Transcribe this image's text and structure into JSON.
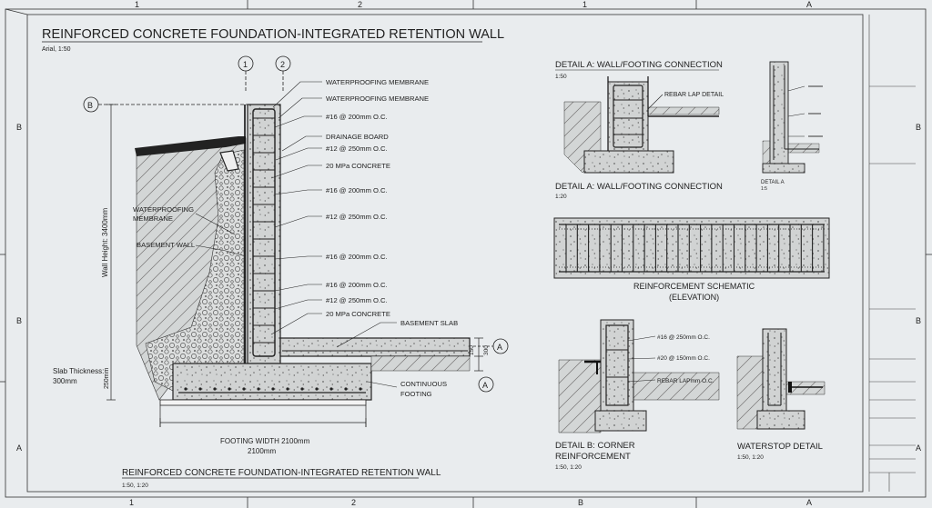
{
  "grid": {
    "top": [
      "1",
      "2",
      "1",
      "A"
    ],
    "bottom": [
      "1",
      "2",
      "B",
      "A"
    ],
    "left": [
      "B",
      "B",
      "A"
    ],
    "right": [
      "B",
      "B",
      "A"
    ]
  },
  "title": "REINFORCED CONCRETE FOUNDATION-INTEGRATED RETENTION WALL",
  "subtitle": "Arial, 1:50",
  "main": {
    "gridline_1": "1",
    "gridline_2": "2",
    "grid_b": "B",
    "grid_a1": "A",
    "grid_a2": "A",
    "labels": {
      "membrane_1": "WATERPROOFING MEMBRANE",
      "membrane_2": "WATERPROOFING MEMBRANE",
      "rebar_1": "#16 @ 200mm O.C.",
      "drainage": "DRAINAGE BOARD",
      "rebar_2": "#12 @ 250mm O.C.",
      "concrete_1": "20 MPa CONCRETE",
      "rebar_3": "#16 @ 200mm O.C.",
      "rebar_4": "#12 @ 250mm O.C.",
      "rebar_5": "#16 @ 200mm O.C.",
      "rebar_6": "#16 @ 200mm O.C.",
      "rebar_7": "#12 @ 250mm O.C.",
      "concrete_2": "20 MPa CONCRETE",
      "basement_slab": "BASEMENT SLAB",
      "left_membrane_1": "WATERPROOFING",
      "left_membrane_2": "MEMBRANE",
      "basement_wall": "BASEMENT WALL",
      "wall_height": "Wall Height: 3400mm",
      "slab_thickness_1": "Slab Thickness:",
      "slab_thickness_2": "300mm",
      "dim_left": "250mm",
      "dim_slab": "150",
      "dim_slab_2": "300",
      "continuous_1": "CONTINUOUS",
      "continuous_2": "FOOTING",
      "footing_width": "FOOTING WIDTH 2100mm",
      "footing_dim": "2100mm"
    },
    "caption": "REINFORCED CONCRETE FOUNDATION-INTEGRATED RETENTION WALL",
    "scale": "1:50, 1:20"
  },
  "detail_a1": {
    "title": "DETAIL A: WALL/FOOTING CONNECTION",
    "scale": "1:50",
    "label": "REBAR LAP DETAIL"
  },
  "detail_small": {
    "title": "DETAIL A",
    "scale": "1:5"
  },
  "detail_a2": {
    "title": "DETAIL A: WALL/FOOTING CONNECTION",
    "scale": "1:20"
  },
  "schematic": {
    "title": "REINFORCEMENT SCHEMATIC",
    "subtitle": "(ELEVATION)"
  },
  "detail_b": {
    "title_1": "DETAIL B: CORNER",
    "title_2": "REINFORCEMENT",
    "scale": "1:50, 1:20",
    "label_1": "#16 @ 250mm O.C.",
    "label_2": "#20 @ 150mm O.C.",
    "label_3": "REBAR LAPmm O.C."
  },
  "waterstop": {
    "title": "WATERSTOP DETAIL",
    "scale": "1:50, 1:20"
  },
  "colors": {
    "paper": "#e9ecee",
    "line": "#1e1e1e",
    "concrete": "#d4d6d6",
    "soil": "#cfd2d2"
  }
}
